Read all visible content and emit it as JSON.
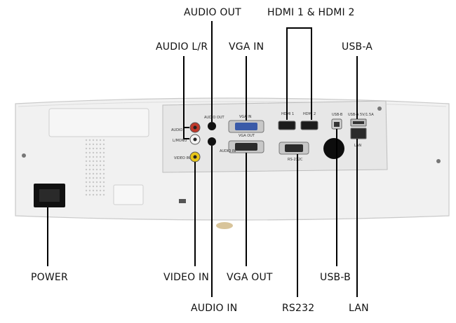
{
  "callouts": {
    "audio_out": "AUDIO OUT",
    "hdmi": "HDMI 1 & HDMI 2",
    "audio_lr": "AUDIO L/R",
    "vga_in": "VGA IN",
    "usb_a": "USB-A",
    "power": "POWER",
    "video_in": "VIDEO IN",
    "vga_out": "VGA OUT",
    "usb_b": "USB-B",
    "audio_in": "AUDIO IN",
    "rs232": "RS232",
    "lan": "LAN"
  },
  "panel_printed": {
    "audio": "AUDIO",
    "lmono": "L/MONO",
    "video_in": "VIDEO IN",
    "audio_out": "AUDIO OUT",
    "audio_in": "AUDIO IN",
    "vga_in": "VGA IN",
    "vga_out": "VGA OUT",
    "hdmi1": "HDMI 1",
    "hdmi2": "HDMI 2",
    "rs232c": "RS-232C",
    "usb_b": "USB-B",
    "usb_a": "USB-A 5V/1.5A",
    "lan": "LAN"
  },
  "colors": {
    "body": "#f2f2f2",
    "panel": "#e6e6e6",
    "vga_blue": "#3a5aa8",
    "audio_red": "#c0392b",
    "video_yellow": "#e7c51a",
    "leader": "#000000"
  }
}
